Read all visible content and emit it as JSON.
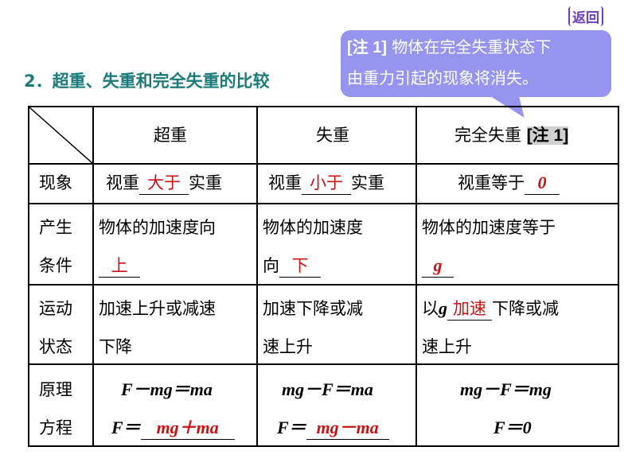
{
  "back_label": "返回",
  "title": "2．超重、失重和完全失重的比较",
  "note": {
    "tag": "[注 1]",
    "text_line1": "物体在完全失重状态下",
    "text_line2": "由重力引起的现象将消失。"
  },
  "headers": [
    "超重",
    "失重",
    "完全失重",
    "[注 1]"
  ],
  "rows": [
    {
      "label": [
        "现象"
      ],
      "cells": [
        [
          "视重",
          "大于",
          "实重"
        ],
        [
          "视重",
          "小于",
          "实重"
        ],
        [
          "视重等于",
          "0",
          ""
        ]
      ]
    },
    {
      "label": [
        "产生",
        "条件"
      ],
      "cells": [
        [
          "物体的加速度向",
          "上"
        ],
        [
          "物体的加速度",
          "向",
          "下"
        ],
        [
          "物体的加速度等于",
          "g"
        ]
      ]
    },
    {
      "label": [
        "运动",
        "状态"
      ],
      "cells": [
        [
          "加速上升或减速",
          "下降"
        ],
        [
          "加速下降或减",
          "速上升"
        ],
        [
          "以",
          "g",
          "加速",
          "下降或减",
          "速上升"
        ]
      ]
    },
    {
      "label": [
        "原理",
        "方程"
      ],
      "cells": [
        [
          "F－mg＝ma",
          "F＝",
          "mg＋ma"
        ],
        [
          "mg－F＝ma",
          "F＝",
          "mg－ma"
        ],
        [
          "mg－F＝mg",
          "F＝0"
        ]
      ]
    }
  ]
}
